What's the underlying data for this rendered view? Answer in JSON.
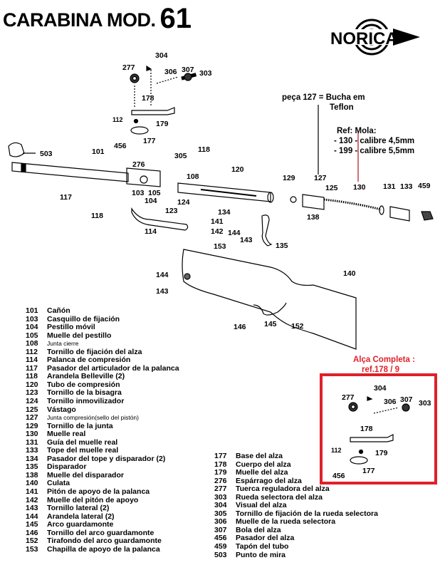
{
  "title": {
    "text": "CARABINA MOD.",
    "model": "61"
  },
  "logo": {
    "text": "NORICA"
  },
  "notes": {
    "teflon_line1": "peça 127 = Bucha em",
    "teflon_line2": "Teflon",
    "mola_title": "Ref: Mola:",
    "mola_1": "- 130 - calibre 4,5mm",
    "mola_2": "- 199 - calibre 5,5mm",
    "alca_line1": "Alça Completa :",
    "alca_line2": "ref.178 / 9"
  },
  "colors": {
    "accent_red": "#e0202a"
  },
  "callouts": {
    "c304": "304",
    "c277": "277",
    "c306": "306",
    "c307": "307",
    "c303": "303",
    "c178": "178",
    "c112": "112",
    "c179": "179",
    "c456": "456",
    "c177": "177",
    "c503": "503",
    "c101": "101",
    "c305": "305",
    "c118a": "118",
    "c276": "276",
    "c108": "108",
    "c120": "120",
    "c129": "129",
    "c127": "127",
    "c125": "125",
    "c130": "130",
    "c131": "131",
    "c133": "133",
    "c459": "459",
    "c117": "117",
    "c118b": "118",
    "c103": "103",
    "c105": "105",
    "c104": "104",
    "c123": "123",
    "c124": "124",
    "c114": "114",
    "c134": "134",
    "c138": "138",
    "c141": "141",
    "c142": "142",
    "c144a": "144",
    "c143a": "143",
    "c153": "153",
    "c135": "135",
    "c140": "140",
    "c144b": "144",
    "c143b": "143",
    "c146": "146",
    "c145": "145",
    "c152": "152",
    "r304": "304",
    "r277": "277",
    "r306": "306",
    "r307": "307",
    "r303": "303",
    "r178": "178",
    "r112": "112",
    "r179": "179",
    "r456": "456",
    "r177": "177"
  },
  "parts_left": [
    {
      "num": "101",
      "desc": "Cañón"
    },
    {
      "num": "103",
      "desc": "Casquillo de fijación"
    },
    {
      "num": "104",
      "desc": "Pestillo móvil"
    },
    {
      "num": "105",
      "desc": "Muelle del pestillo"
    },
    {
      "num": "108",
      "desc": "Junta cierre",
      "small": true
    },
    {
      "num": "112",
      "desc": "Tornillo de fijación del alza"
    },
    {
      "num": "114",
      "desc": "Palanca de compresión"
    },
    {
      "num": "117",
      "desc": "Pasador del articulador de la palanca"
    },
    {
      "num": "118",
      "desc": "Arandela Belleville (2)"
    },
    {
      "num": "120",
      "desc": "Tubo de compresión"
    },
    {
      "num": "123",
      "desc": "Tornillo de la bisagra"
    },
    {
      "num": "124",
      "desc": "Tornillo inmovilizador"
    },
    {
      "num": "125",
      "desc": "Vástago"
    },
    {
      "num": "127",
      "desc": "Junta compresión(sello del pistón)",
      "small": true
    },
    {
      "num": "129",
      "desc": "Tornillo de la junta"
    },
    {
      "num": "130",
      "desc": "Muelle real"
    },
    {
      "num": "131",
      "desc": "Guía del muelle real"
    },
    {
      "num": "133",
      "desc": "Tope del muelle real"
    },
    {
      "num": "134",
      "desc": "Pasador del tope y disparador (2)"
    },
    {
      "num": "135",
      "desc": "Disparador"
    },
    {
      "num": "138",
      "desc": "Muelle del disparador"
    },
    {
      "num": "140",
      "desc": "Culata"
    },
    {
      "num": "141",
      "desc": "Pitón de apoyo de la palanca"
    },
    {
      "num": "142",
      "desc": "Muelle del pitón de apoyo"
    },
    {
      "num": "143",
      "desc": "Tornillo lateral (2)"
    },
    {
      "num": "144",
      "desc": "Arandela lateral (2)"
    },
    {
      "num": "145",
      "desc": "Arco guardamonte"
    },
    {
      "num": "146",
      "desc": "Tornillo del arco guardamonte"
    },
    {
      "num": "152",
      "desc": "Tirafondo del arco guardamonte"
    },
    {
      "num": "153",
      "desc": "Chapilla de apoyo de la palanca"
    }
  ],
  "parts_right": [
    {
      "num": "177",
      "desc": "Base del alza"
    },
    {
      "num": "178",
      "desc": "Cuerpo del alza"
    },
    {
      "num": "179",
      "desc": "Muelle del alza"
    },
    {
      "num": "276",
      "desc": "Espárrago del alza"
    },
    {
      "num": "277",
      "desc": "Tuerca reguladora del alza"
    },
    {
      "num": "303",
      "desc": "Rueda selectora del alza"
    },
    {
      "num": "304",
      "desc": "Visual del alza"
    },
    {
      "num": "305",
      "desc": "Tornillo de fijación de la rueda selectora"
    },
    {
      "num": "306",
      "desc": "Muelle de la rueda selectora"
    },
    {
      "num": "307",
      "desc": "Bola del alza"
    },
    {
      "num": "456",
      "desc": "Pasador del alza"
    },
    {
      "num": "459",
      "desc": "Tapón del tubo"
    },
    {
      "num": "503",
      "desc": "Punto de mira"
    }
  ]
}
